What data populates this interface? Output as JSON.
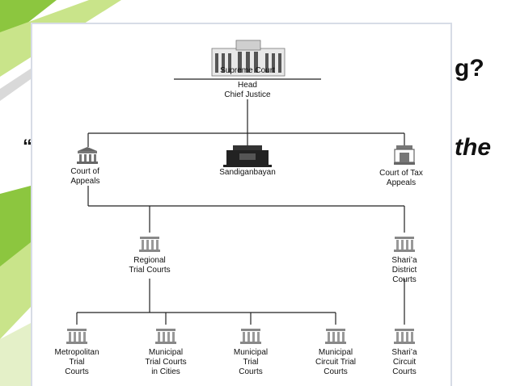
{
  "background_slide": {
    "partial_text_right_top": "g?",
    "partial_text_right_mid": "the",
    "partial_text_left_mid": "“",
    "colors": {
      "accent_green": "#8cc63f",
      "accent_light": "#c9e48a",
      "gray": "#d9d9d9"
    }
  },
  "diagram": {
    "supreme": {
      "label": "Supreme Court",
      "head": "Head\nChief Justice",
      "icon": "courthouse-icon"
    },
    "level2": [
      {
        "id": "court-of-appeals",
        "label": "Court of\nAppeals",
        "icon": "building-icon"
      },
      {
        "id": "sandiganbayan",
        "label": "Sandiganbayan",
        "icon": "sandiganbayan-building-icon"
      },
      {
        "id": "court-of-tax-appeals",
        "label": "Court of Tax\nAppeals",
        "icon": "building-icon"
      }
    ],
    "level3": [
      {
        "id": "regional-trial-courts",
        "label": "Regional\nTrial Courts",
        "icon": "building-icon"
      },
      {
        "id": "sharia-district-courts",
        "label": "Shari’a\nDistrict Courts",
        "icon": "building-icon"
      }
    ],
    "level4": [
      {
        "id": "metropolitan-trial-courts",
        "label": "Metropolitan\nTrial\nCourts",
        "icon": "building-icon"
      },
      {
        "id": "municipal-trial-courts-cities",
        "label": "Municipal\nTrial Courts\nin Cities",
        "icon": "building-icon"
      },
      {
        "id": "municipal-trial-courts",
        "label": "Municipal\nTrial\nCourts",
        "icon": "building-icon"
      },
      {
        "id": "municipal-circuit-trial-courts",
        "label": "Municipal\nCircuit Trial\nCourts",
        "icon": "building-icon"
      },
      {
        "id": "sharia-circuit-courts",
        "label": "Shari’a\nCircuit\nCourts",
        "icon": "building-icon"
      }
    ]
  }
}
